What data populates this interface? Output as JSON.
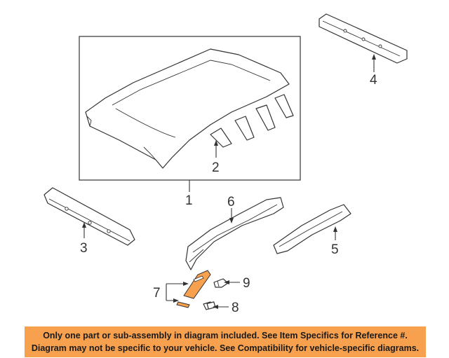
{
  "callouts": {
    "c1": "1",
    "c2": "2",
    "c3": "3",
    "c4": "4",
    "c5": "5",
    "c6": "6",
    "c7": "7",
    "c8": "8",
    "c9": "9"
  },
  "disclaimer": {
    "line1": "Only one part or sub-assembly in diagram included. See Item Specifics for Reference #.",
    "line2": "Diagram may not be specific to your vehicle. See Compatibility for vehicle-specific diagrams."
  },
  "colors": {
    "highlight": "#f7a14f",
    "line": "#333333"
  }
}
